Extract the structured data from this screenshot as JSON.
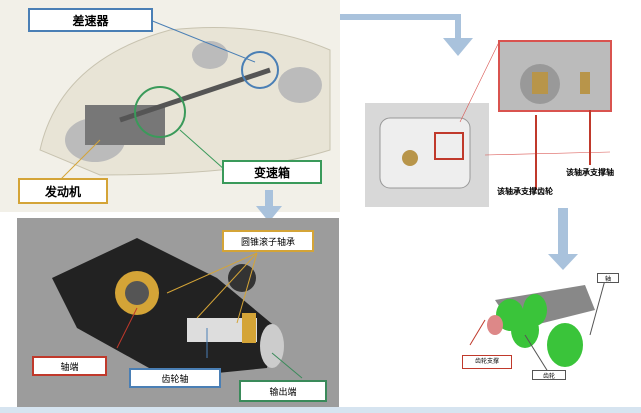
{
  "car_panel": {
    "labels": {
      "differential": "差速器",
      "engine": "发动机",
      "gearbox": "变速箱"
    }
  },
  "gearbox_panel": {
    "labels": {
      "bearing_gear": "该轴承支撑齿轮",
      "bearing_shaft": "该轴承支撑轴"
    }
  },
  "differential_panel": {
    "labels": {
      "tapered_roller_bearing": "圆锥滚子轴承",
      "shaft_end": "轴端",
      "gear_shaft": "齿轮轴",
      "output_end": "输出端"
    }
  },
  "shaft_panel": {
    "labels": {
      "top": "轴",
      "left": "齿轮支撑",
      "bottom": "齿轮"
    }
  },
  "colors": {
    "arrow": "#a9c2dc",
    "red": "#c0392b",
    "gold": "#d4a437",
    "blue": "#4a7fb5",
    "green": "#3a8a5a"
  }
}
